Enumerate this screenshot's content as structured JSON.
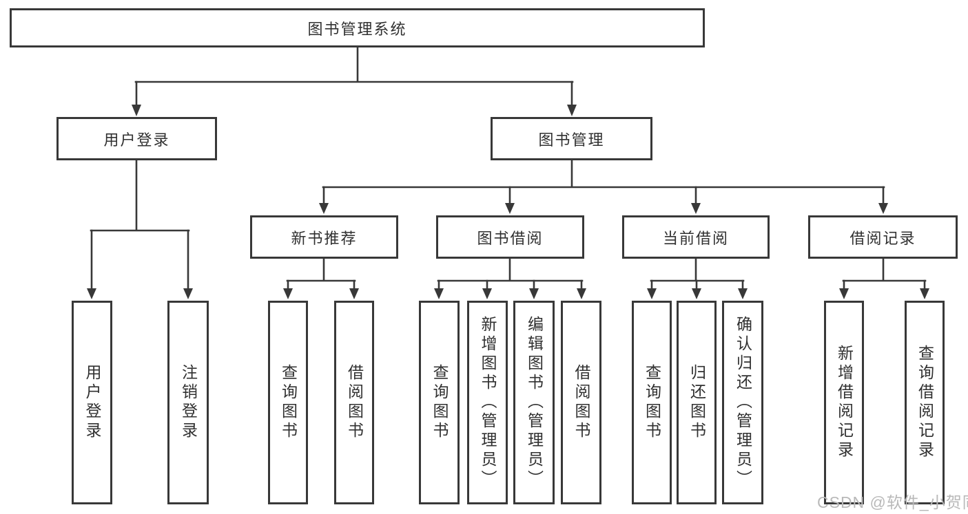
{
  "diagram": {
    "root": {
      "label": "图书管理系统"
    },
    "level2": [
      {
        "label": "用户登录"
      },
      {
        "label": "图书管理"
      }
    ],
    "level3": [
      {
        "label": "新书推荐"
      },
      {
        "label": "图书借阅"
      },
      {
        "label": "当前借阅"
      },
      {
        "label": "借阅记录"
      }
    ],
    "leaves": {
      "user_login": [
        {
          "label": "用户登录"
        },
        {
          "label": "注销登录"
        }
      ],
      "new_book": [
        {
          "label": "查询图书"
        },
        {
          "label": "借阅图书"
        }
      ],
      "book_borrow": [
        {
          "label": "查询图书"
        },
        {
          "label": "新增图书（管理员）"
        },
        {
          "label": "编辑图书（管理员）"
        },
        {
          "label": "借阅图书"
        }
      ],
      "current_borrow": [
        {
          "label": "查询图书"
        },
        {
          "label": "归还图书"
        },
        {
          "label": "确认归还（管理员）"
        }
      ],
      "borrow_record": [
        {
          "label": "新增借阅记录"
        },
        {
          "label": "查询借阅记录"
        }
      ]
    }
  },
  "watermark": {
    "text": "CSDN @软件_小贺同学"
  },
  "colors": {
    "line": "#383838",
    "box_border": "#383838",
    "text": "#303030",
    "watermark": "#b9b9b9",
    "background": "#ffffff"
  }
}
